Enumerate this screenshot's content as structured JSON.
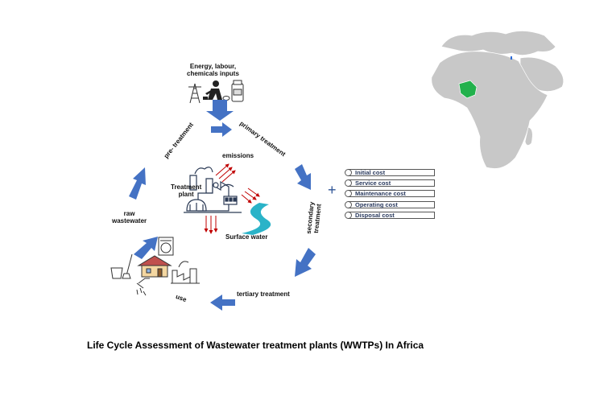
{
  "inputs_label": "Energy, labour,\nchemicals inputs",
  "stages": {
    "pre_treatment": "pre- treatment",
    "primary_treatment": "primary treatment",
    "secondary_treatment": "secondary\ntreatment",
    "tertiary_treatment": "tertiary treatment",
    "use": "use",
    "raw_wastewater": "raw\nwastewater"
  },
  "center": {
    "emissions": "emissions",
    "treatment_plant": "Treatment\nplant",
    "surface_water": "Surface water"
  },
  "plus_sign": "+",
  "costs": [
    "Initial cost",
    "Service cost",
    "Maintenance cost",
    "Operating cost",
    "Disposal cost"
  ],
  "title": "Life Cycle Assessment of Wastewater treatment plants (WWTPs) In Africa",
  "colors": {
    "arrow_blue": "#4472c4",
    "emission_red": "#c00000",
    "map_gray": "#c8c8c8",
    "highlight_country": "#22b14c",
    "water_teal": "#2ab3c8"
  },
  "map": {
    "highlighted_country": "Nigeria"
  }
}
